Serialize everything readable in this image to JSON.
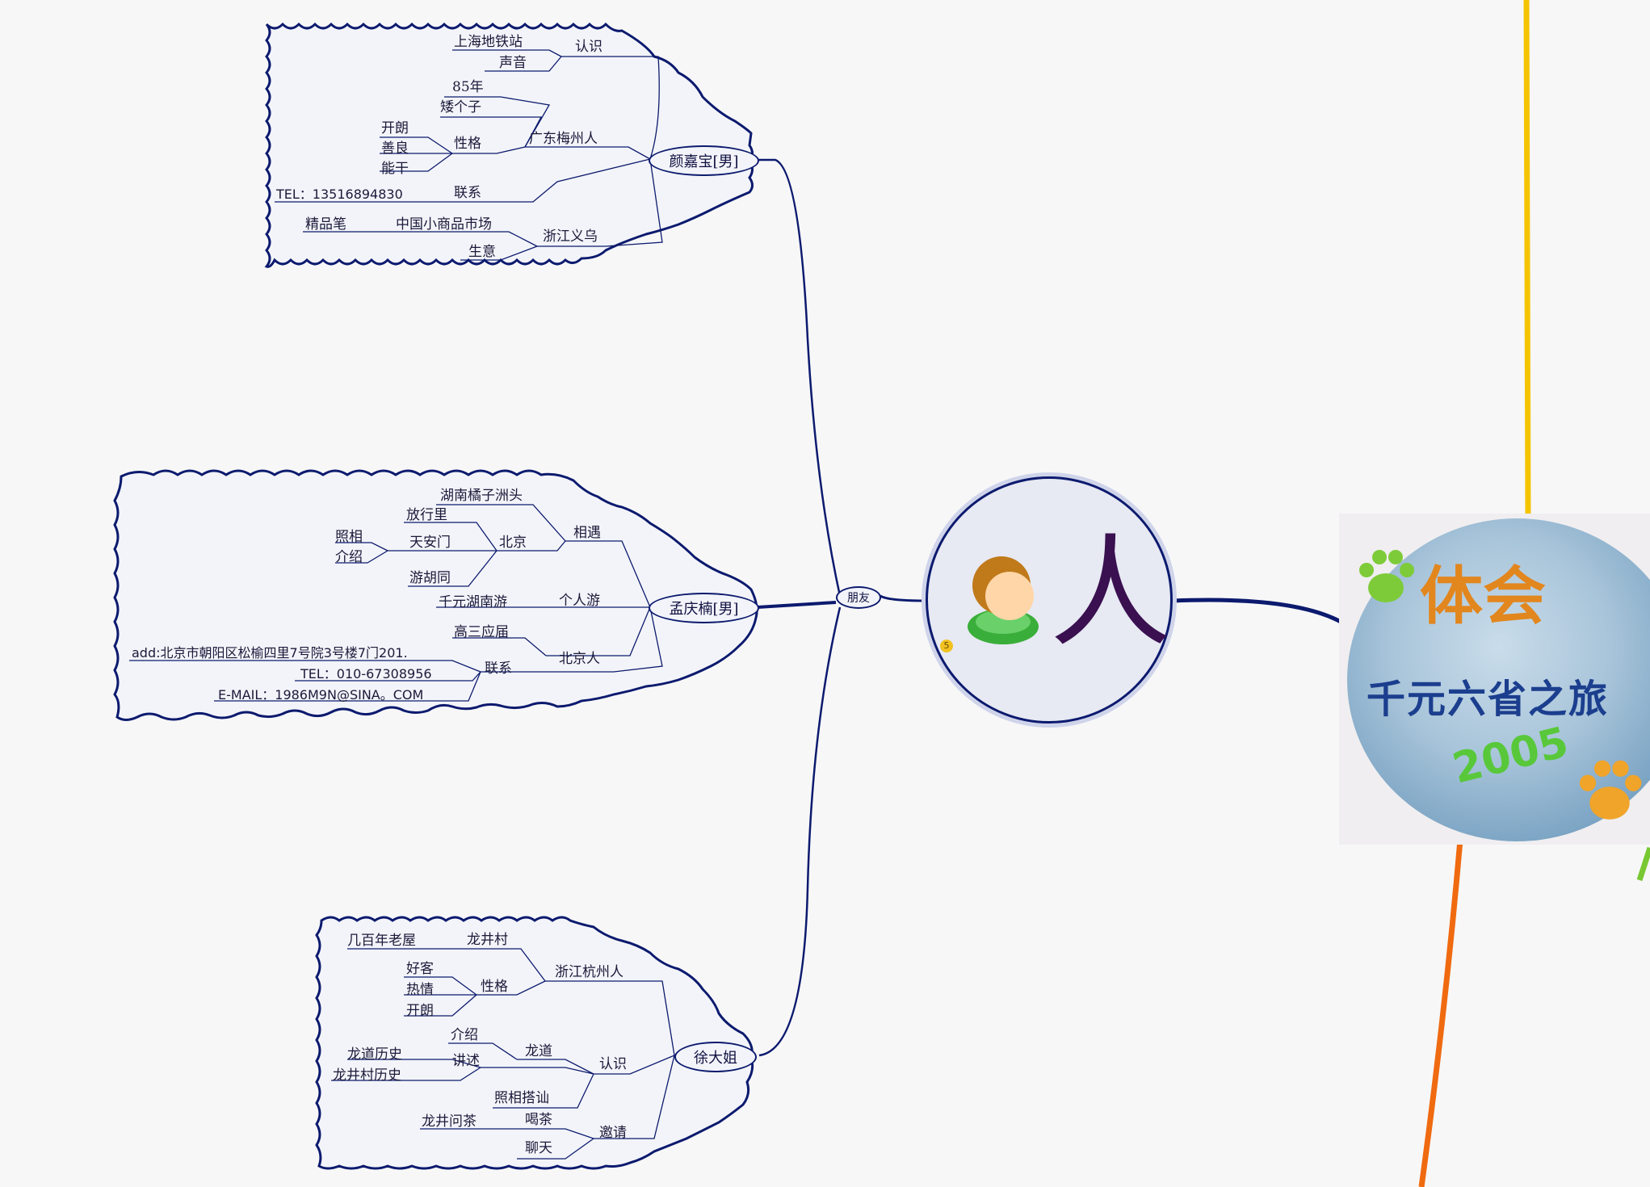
{
  "center": {
    "label": "人",
    "badge": "5"
  },
  "hub": {
    "label": "朋友"
  },
  "logo": {
    "line1": "体会",
    "line2": "千元六省之旅",
    "year": "2005"
  },
  "friends": [
    {
      "name": "颜嘉宝[男]",
      "groups": [
        {
          "label": "认识",
          "items": [
            "上海地铁站",
            "声音"
          ]
        },
        {
          "label": "广东梅州人",
          "items": [
            "85年",
            "矮个子"
          ],
          "sub": {
            "label": "性格",
            "items": [
              "开朗",
              "善良",
              "能干"
            ]
          }
        },
        {
          "label": "联系",
          "items": [
            "TEL：13516894830"
          ]
        },
        {
          "label": "浙江义乌",
          "items": [
            "中国小商品市场",
            "生意"
          ],
          "extra": "精品笔"
        }
      ]
    },
    {
      "name": "孟庆楠[男]",
      "groups": [
        {
          "label": "相遇",
          "items": [
            "湖南橘子洲头"
          ],
          "sub": {
            "label": "北京",
            "items": [
              "放行里",
              "天安门",
              "游胡同"
            ],
            "extra": [
              "照相",
              "介绍"
            ]
          }
        },
        {
          "label": "个人游",
          "items": [
            "千元湖南游"
          ]
        },
        {
          "label": "北京人",
          "items": [
            "高三应届"
          ]
        },
        {
          "label": "联系",
          "items": [
            "add:北京市朝阳区松榆四里7号院3号楼7门201.",
            "TEL：010-67308956",
            "E-MAIL：1986M9N@SINA。COM"
          ]
        }
      ]
    },
    {
      "name": "徐大姐",
      "groups": [
        {
          "label": "浙江杭州人",
          "items": [
            "龙井村"
          ],
          "extra": "几百年老屋",
          "sub": {
            "label": "性格",
            "items": [
              "好客",
              "热情",
              "开朗"
            ]
          }
        },
        {
          "label": "认识",
          "sub": {
            "label": "龙道",
            "items": [
              "介绍"
            ]
          },
          "sub2": {
            "label": "讲述",
            "items": [
              "龙道历史",
              "龙井村历史"
            ]
          },
          "items": [
            "照相搭讪"
          ]
        },
        {
          "label": "邀请",
          "sub": {
            "label": "喝茶",
            "items": [
              "龙井问茶"
            ]
          },
          "items": [
            "聊天"
          ]
        }
      ]
    }
  ]
}
